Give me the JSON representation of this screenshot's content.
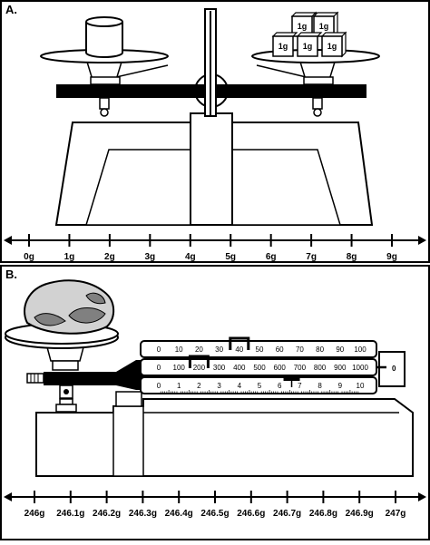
{
  "panel_a": {
    "label": "A.",
    "weights": [
      {
        "label": "1g"
      },
      {
        "label": "1g"
      },
      {
        "label": "1g"
      },
      {
        "label": "1g"
      },
      {
        "label": "1g"
      }
    ],
    "number_line": {
      "ticks": [
        "0g",
        "1g",
        "2g",
        "3g",
        "4g",
        "5g",
        "6g",
        "7g",
        "8g",
        "9g"
      ]
    }
  },
  "panel_b": {
    "label": "B.",
    "beams": [
      {
        "scale": [
          "0",
          "10",
          "20",
          "30",
          "40",
          "50",
          "60",
          "70",
          "80",
          "90",
          "100"
        ],
        "rider_value": 40
      },
      {
        "scale": [
          "0",
          "100",
          "200",
          "300",
          "400",
          "500",
          "600",
          "700",
          "800",
          "900",
          "1000"
        ],
        "rider_value": 200
      },
      {
        "scale": [
          "0",
          "1",
          "2",
          "3",
          "4",
          "5",
          "6",
          "7",
          "8",
          "9",
          "10"
        ],
        "rider_value": 6.6
      }
    ],
    "pointer_label": "0",
    "number_line": {
      "ticks": [
        "246g",
        "246.1g",
        "246.2g",
        "246.3g",
        "246.4g",
        "246.5g",
        "246.6g",
        "246.7g",
        "246.8g",
        "246.9g",
        "247g"
      ]
    }
  }
}
